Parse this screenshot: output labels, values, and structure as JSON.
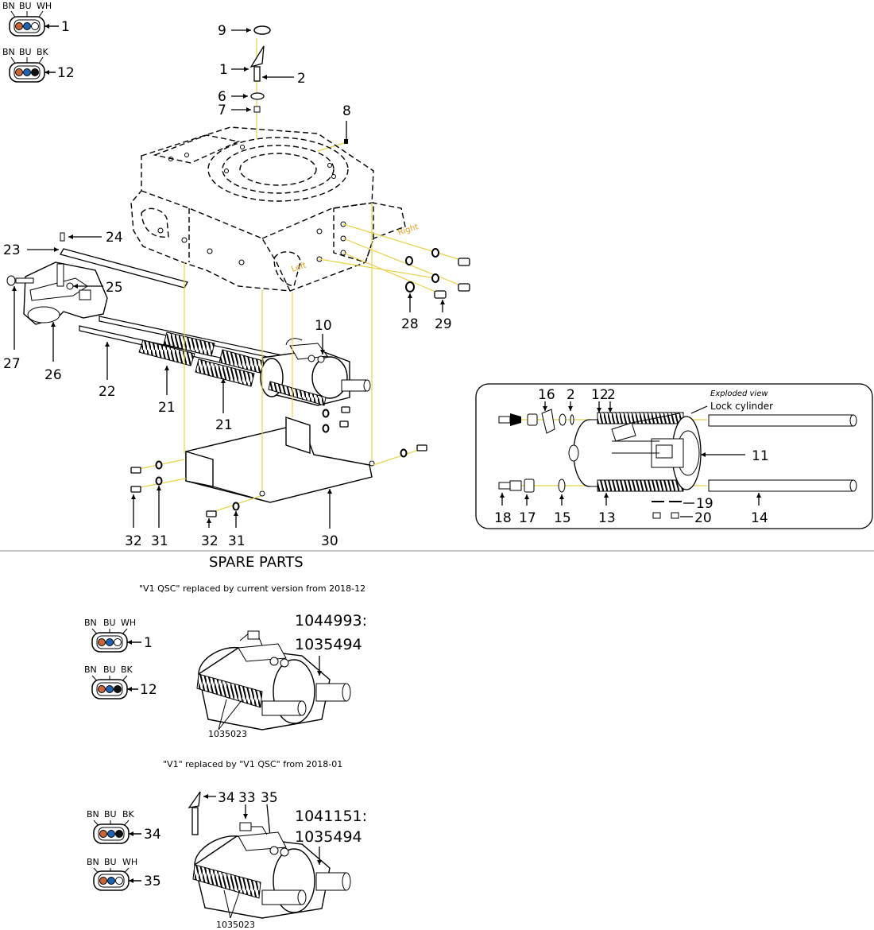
{
  "connectors": {
    "c1": {
      "pins": [
        "BN",
        "BU",
        "WH"
      ],
      "callout": "1"
    },
    "c12": {
      "pins": [
        "BN",
        "BU",
        "BK"
      ],
      "callout": "12"
    },
    "s1": {
      "pins": [
        "BN",
        "BU",
        "WH"
      ],
      "callout": "1"
    },
    "s12": {
      "pins": [
        "BN",
        "BU",
        "BK"
      ],
      "callout": "12"
    },
    "s34": {
      "pins": [
        "BN",
        "BU",
        "BK"
      ],
      "callout": "34"
    },
    "s35": {
      "pins": [
        "BN",
        "BU",
        "WH"
      ],
      "callout": "35"
    }
  },
  "callouts": {
    "n1": "1",
    "n2": "2",
    "n6": "6",
    "n7": "7",
    "n8": "8",
    "n9": "9",
    "n10": "10",
    "n21a": "21",
    "n21b": "21",
    "n22": "22",
    "n23": "23",
    "n24": "24",
    "n25": "25",
    "n26": "26",
    "n27": "27",
    "n28": "28",
    "n29": "29",
    "n30": "30",
    "n31a": "31",
    "n31b": "31",
    "n32a": "32",
    "n32b": "32"
  },
  "housing_labels": {
    "right": "Right",
    "left": "Left"
  },
  "exploded": {
    "caption": "Exploded view",
    "title": "Lock cylinder",
    "n16": "16",
    "n2a": "2",
    "n12": "12",
    "n2b": "2",
    "n11": "11",
    "n18": "18",
    "n17": "17",
    "n15": "15",
    "n13": "13",
    "n19": "19",
    "n20": "20",
    "n14": "14"
  },
  "spare": {
    "heading": "SPARE PARTS",
    "note1": "\"V1 QSC\" replaced by current version from 2018-12",
    "note2": "\"V1\" replaced by \"V1 QSC\" from 2018-01",
    "unit1_pn1": "1044993:",
    "unit1_pn2": "1035494",
    "unit1_spring": "1035023",
    "unit2_pn1": "1041151:",
    "unit2_pn2": "1035494",
    "unit2_spring": "1035023",
    "n34": "34",
    "n33": "33",
    "n35": "35"
  },
  "colors": {
    "brown": "#c8663a",
    "blue": "#1f63b5",
    "white": "#ffffff",
    "black": "#111111",
    "leader": "#e8d24a",
    "accent": "#e0a020"
  }
}
